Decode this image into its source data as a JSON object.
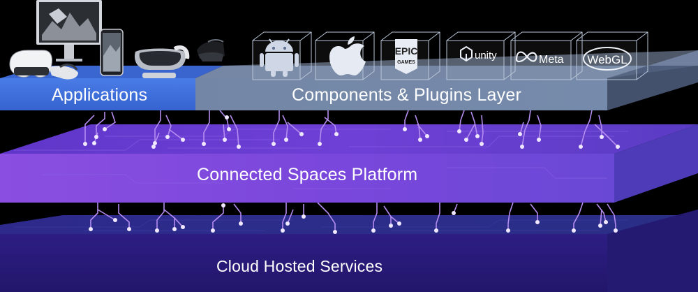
{
  "layers": {
    "applications": "Applications",
    "components": "Components & Plugins Layer",
    "platform": "Connected Spaces Platform",
    "cloud": "Cloud Hosted Services"
  },
  "platforms": [
    {
      "name": "android",
      "icon": "android-icon"
    },
    {
      "name": "apple",
      "icon": "apple-icon"
    },
    {
      "name": "EPIC GAMES",
      "line1": "EPIC",
      "line2": "GAMES",
      "icon": "epic-games-icon"
    },
    {
      "name": "unity",
      "icon": "unity-icon"
    },
    {
      "name": "Meta",
      "icon": "meta-icon"
    },
    {
      "name": "WebGL",
      "icon": "webgl-icon"
    }
  ],
  "devices": [
    "vr-headset-icon",
    "monitor-icon",
    "phone-icon",
    "vision-headset-icon",
    "ar-headset-icon"
  ],
  "colors": {
    "background": "#000000",
    "applications_layer": "#3f6fd8",
    "components_layer": "#6f86a8",
    "platform_layer": "#7a48d8",
    "cloud_layer": "#2a1f8a",
    "node": "#f0e8ff",
    "connector": "#b58cf0"
  }
}
